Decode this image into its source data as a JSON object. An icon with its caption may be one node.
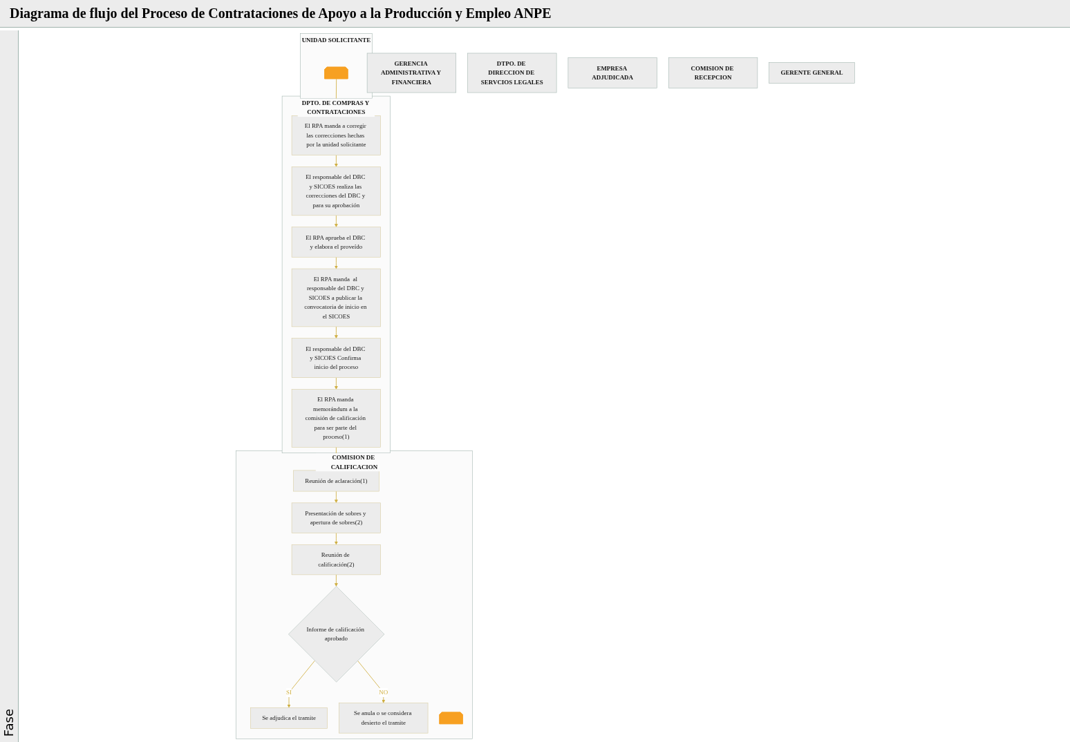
{
  "diagram": {
    "title": "Diagrama de flujo del Proceso de Contrataciones de Apoyo a la Producción y Empleo ANPE",
    "nodes": [
      {
        "text": [
          "UNIDAD SOLICITANTE"
        ]
      },
      {
        "text": [],
        "shape": "pentagon",
        "in": 0
      },
      {
        "text": [
          "GERENCIA ADMINISTRATIVA Y FINANCIERA"
        ]
      },
      {
        "text": [
          "DPTO. DE COMPRAS Y CONTRATACIONES"
        ]
      },
      {
        "text": [
          "El RPA manda a corregir las correcciones hechas por la unidad solicitante"
        ],
        "in": 3
      },
      {
        "text": [
          "El responsable del DBC y SICOES realiza las correcciones del DBC y para su aprobación"
        ],
        "in": 3
      },
      {
        "text": [
          "El RPA aprueba el DBC y elabora el proveído"
        ],
        "in": 3
      },
      {
        "text": [
          "El RPA manda  al responsable del DBC y SICOES a publicar la convocatoria de inicio en el SICOES"
        ],
        "in": 3
      },
      {
        "text": [
          "El responsable del DBC y SICOES Confirma inicio del proceso"
        ],
        "in": 3
      },
      {
        "text": [
          "El RPA manda memorándum a la comisión de calificación para ser parte del proceso(1)"
        ],
        "in": 3
      },
      {
        "text": [
          "DTPO. DE DIRECCION DE SERVCIOS LEGALES"
        ]
      },
      {
        "text": [
          "COMISION DE CALIFICACION"
        ]
      },
      {
        "text": [
          "Reunión de aclaración(1)"
        ],
        "in": 11
      },
      {
        "text": [
          "Presentación de sobres y apertura de sobres(2)"
        ],
        "in": 11
      },
      {
        "text": [
          "Reunión de calificación(2)"
        ],
        "in": 11
      },
      {
        "text": [
          "Informe de calificación aprobado"
        ],
        "in": 11
      },
      {
        "text": [
          "Se adjudica el tramite"
        ],
        "in": 11
      },
      {
        "text": [
          "Se anula o se considera desierto el tramite"
        ],
        "in": 11
      },
      {
        "text": [],
        "shape": "pentagon",
        "in": 11
      },
      {
        "text": [
          "EMPRESA ADJUDICADA"
        ]
      },
      {
        "text": [
          "COMISION DE RECEPCION"
        ]
      },
      {
        "text": [
          "GERENTE GENERAL"
        ]
      }
    ],
    "edges": [
      {
        "from": 1,
        "to": 4,
        "arrow": "none"
      },
      {
        "from": 4,
        "to": 5,
        "arrow": "to"
      },
      {
        "from": 5,
        "to": 6,
        "arrow": "to"
      },
      {
        "from": 6,
        "to": 7,
        "arrow": "to"
      },
      {
        "from": 7,
        "to": 8,
        "arrow": "to"
      },
      {
        "from": 8,
        "to": 9,
        "arrow": "to"
      },
      {
        "from": 9,
        "to": 12,
        "arrow": "to"
      },
      {
        "from": 12,
        "to": 13,
        "arrow": "to"
      },
      {
        "from": 13,
        "to": 14,
        "arrow": "to"
      },
      {
        "from": 14,
        "to": 15,
        "arrow": "to"
      },
      {
        "from": 15,
        "to": 16,
        "arrow": "to",
        "label": "SI"
      },
      {
        "from": 15,
        "to": 17,
        "arrow": "to",
        "label": "NO"
      }
    ],
    "labels": [
      "Fase"
    ]
  }
}
